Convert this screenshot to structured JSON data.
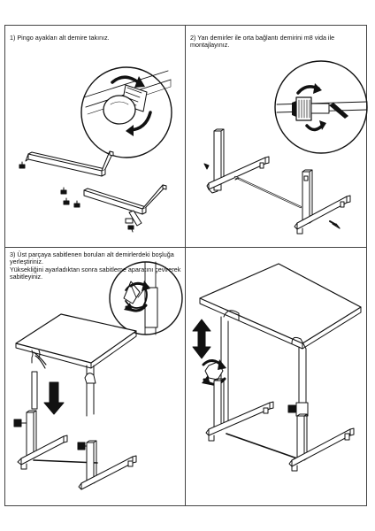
{
  "steps": [
    {
      "text": "1) Pingo ayakları alt demire takınız."
    },
    {
      "text": "2) Yan demirler ile orta bağlantı demirini m8 vida ile montajlayınız."
    },
    {
      "text": "3) Üst parçaya sabitlenen boruları alt demirlerdeki boşluğa yerleştiriniz.\nYüksekliğini ayarladıktan sonra sabitleme aparatını çevirerek sabitleyiniz."
    }
  ]
}
